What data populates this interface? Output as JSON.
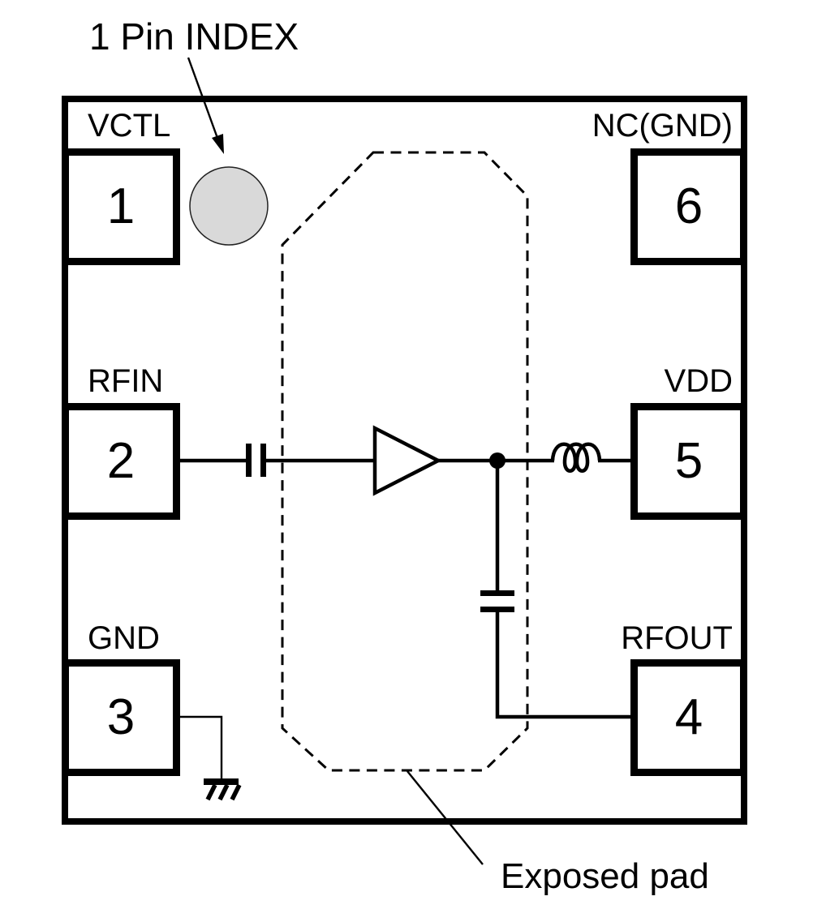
{
  "diagram": {
    "title": "1 Pin INDEX",
    "exposed_pad_label": "Exposed pad"
  },
  "pins": [
    {
      "number": "1",
      "name": "VCTL"
    },
    {
      "number": "2",
      "name": "RFIN"
    },
    {
      "number": "3",
      "name": "GND"
    },
    {
      "number": "4",
      "name": "RFOUT"
    },
    {
      "number": "5",
      "name": "VDD"
    },
    {
      "number": "6",
      "name": "NC(GND)"
    }
  ],
  "components": {
    "index_marker": "pin1-index-dot",
    "index_arrow": "index-pointer-arrow",
    "amplifier": "amplifier-triangle",
    "input_capacitor": "series-capacitor",
    "bypass_capacitor": "shunt-capacitor",
    "choke": "inductor-coil",
    "ground": "ground-symbol",
    "pad_outline": "exposed-pad-dashed-outline"
  },
  "colors": {
    "line": "#000000",
    "background": "#ffffff",
    "index_dot_fill": "#d9d9d9"
  }
}
